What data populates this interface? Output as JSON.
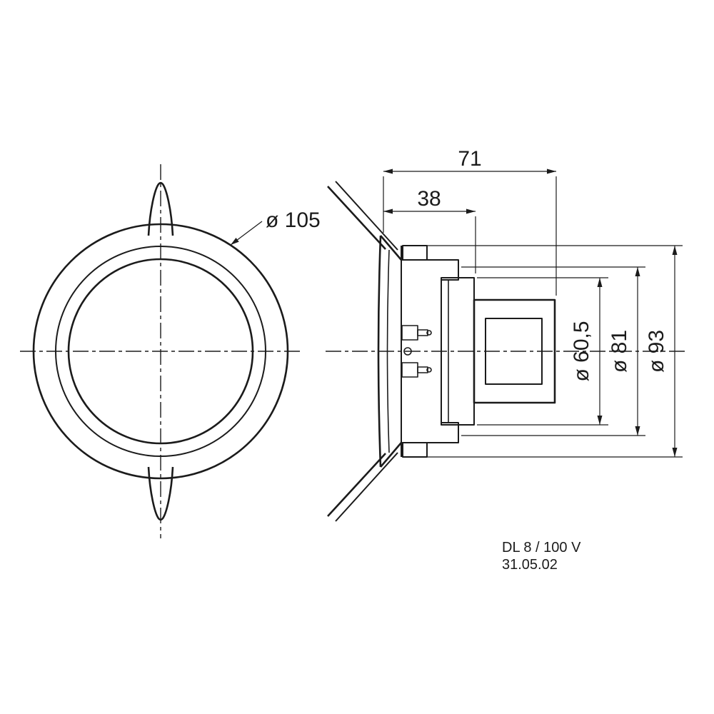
{
  "drawing": {
    "kind": "technical-drawing",
    "ink_color": "#1b1b1b",
    "background_color": "#ffffff",
    "front_view": {
      "dims": {
        "front_diameter": "ø 105"
      }
    },
    "side_view": {
      "dims": {
        "overall_depth": "71",
        "front_depth": "38",
        "diameter_60_5": "ø 60,5",
        "diameter_81": "ø 81",
        "diameter_93": "ø 93"
      }
    },
    "title_block": {
      "model": "DL 8 / 100 V",
      "date": "31.05.02"
    }
  }
}
